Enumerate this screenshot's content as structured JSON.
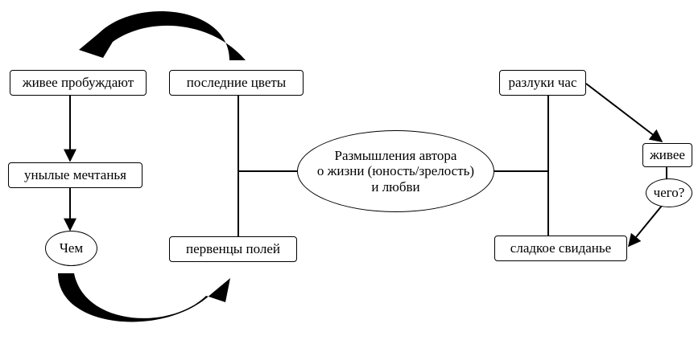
{
  "diagram": {
    "center": {
      "line1": "Размышления автора",
      "line2": "о жизни (юность/зрелость)",
      "line3": "и любви"
    },
    "left_column": {
      "top": "живее пробуждают",
      "middle": "унылые мечтанья",
      "bottom": "Чем"
    },
    "mid_column": {
      "top": "последние цветы",
      "bottom": "первенцы полей"
    },
    "right_column": {
      "top": "разлуки час",
      "bottom": "сладкое свиданье"
    },
    "far_right": {
      "top": "живее",
      "bottom": "чего?"
    }
  }
}
